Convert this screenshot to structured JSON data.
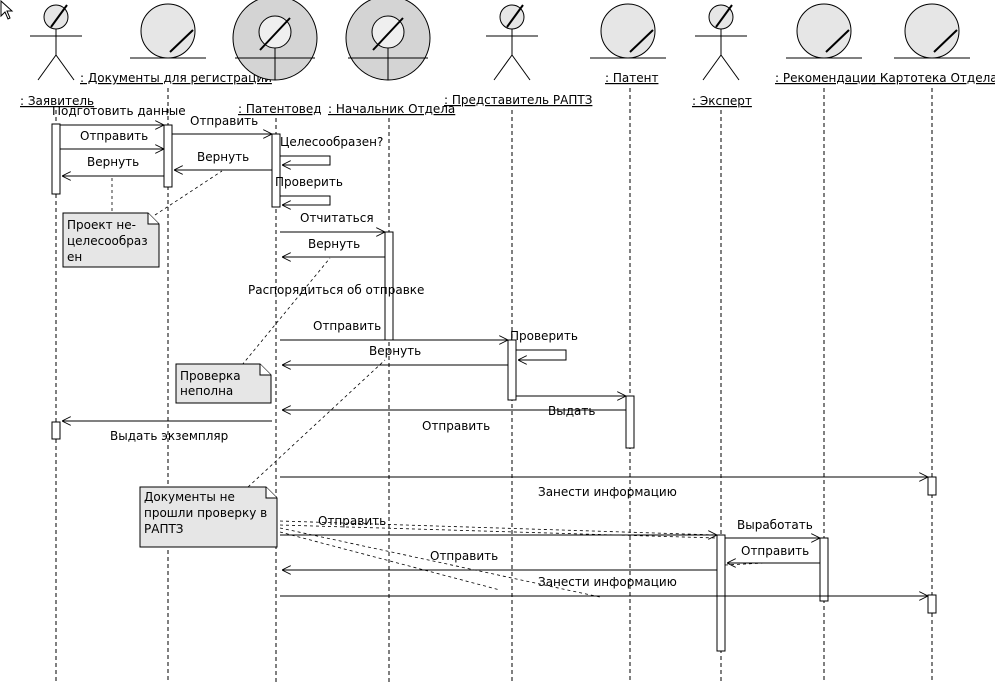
{
  "participants": [
    {
      "id": "applicant",
      "kind": "actor",
      "label": ": Заявитель"
    },
    {
      "id": "docs",
      "kind": "entity",
      "label": ": Документы для регистрации"
    },
    {
      "id": "patentoved",
      "kind": "control",
      "label": ": Патентовед"
    },
    {
      "id": "head",
      "kind": "control",
      "label": ": Начальник Отдела"
    },
    {
      "id": "rapt",
      "kind": "actor",
      "label": ": Представитель РАПТЗ"
    },
    {
      "id": "patent",
      "kind": "entity",
      "label": ": Патент"
    },
    {
      "id": "expert",
      "kind": "actor",
      "label": ": Эксперт"
    },
    {
      "id": "reco",
      "kind": "entity",
      "label": ": Рекомендации"
    },
    {
      "id": "card",
      "kind": "entity",
      "label": ": Картотека Отдела"
    }
  ],
  "messages": [
    {
      "label": "Подготовить данные"
    },
    {
      "label": "Отправить"
    },
    {
      "label": "Отправить"
    },
    {
      "label": "Вернуть"
    },
    {
      "label": "Вернуть"
    },
    {
      "label": "Целесообразен?"
    },
    {
      "label": "Проверить"
    },
    {
      "label": "Отчитаться"
    },
    {
      "label": "Вернуть"
    },
    {
      "label": "Распорядиться об отправке"
    },
    {
      "label": "Отправить"
    },
    {
      "label": "Проверить"
    },
    {
      "label": "Вернуть"
    },
    {
      "label": "Выдать"
    },
    {
      "label": "Отправить"
    },
    {
      "label": "Выдать экземпляр"
    },
    {
      "label": "Занести информацию"
    },
    {
      "label": "Отправить"
    },
    {
      "label": "Выработать"
    },
    {
      "label": "Отправить"
    },
    {
      "label": "Отправить"
    },
    {
      "label": "Занести информацию"
    }
  ],
  "notes": [
    {
      "lines": [
        "Проект не-",
        "целесообраз",
        "ен"
      ]
    },
    {
      "lines": [
        "Проверка",
        "неполна"
      ]
    },
    {
      "lines": [
        "Документы не",
        "прошли проверку в",
        "РАПТЗ"
      ]
    }
  ],
  "icons": {
    "cursor": "mouse-pointer-icon"
  }
}
